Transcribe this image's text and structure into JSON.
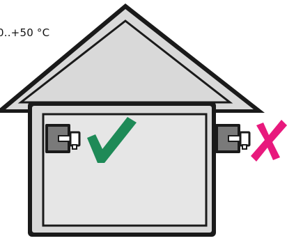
{
  "temperature_range": "0..+50 °C",
  "indoor_status": "correct",
  "outdoor_status": "incorrect",
  "colors": {
    "outline": "#1a1a1a",
    "house_fill": "#d9d9d9",
    "wall_fill": "#e6e6e6",
    "device_fill": "#7a7a7a",
    "check": "#1e8a57",
    "cross": "#e8197d"
  },
  "icons": {
    "correct": "check-mark-icon",
    "incorrect": "cross-mark-icon"
  }
}
